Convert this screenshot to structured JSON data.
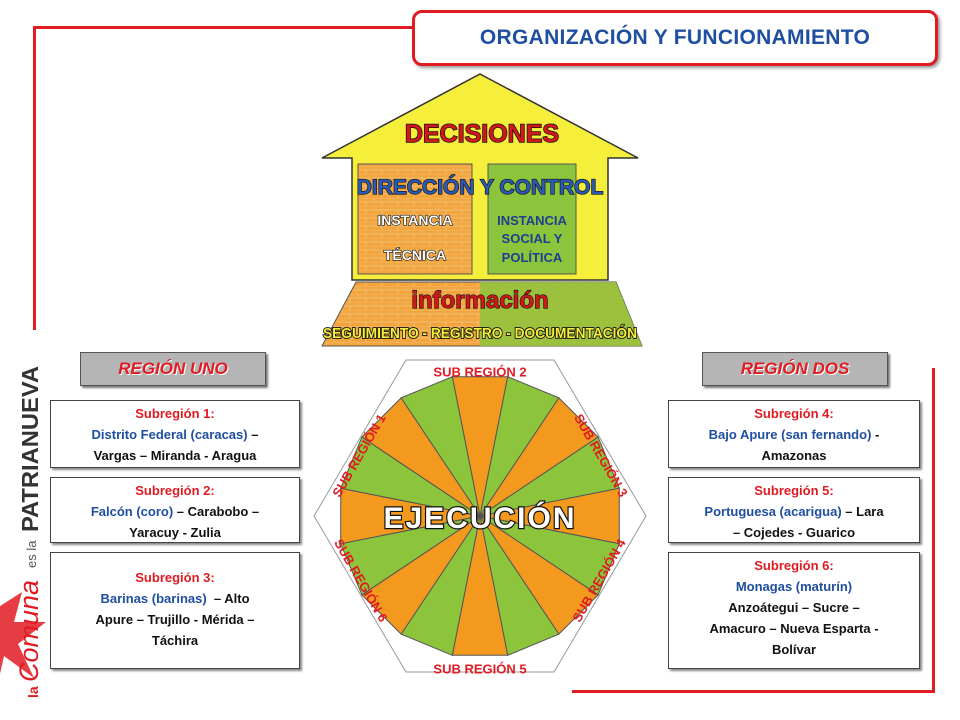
{
  "title": "ORGANIZACIÓN Y FUNCIONAMIENTO",
  "house": {
    "roof": "DECISIONES",
    "middle": "DIRECCIÓN Y CONTROL",
    "left_block_line1": "INSTANCIA",
    "left_block_line2": "TÉCNICA",
    "right_block_line1": "INSTANCIA",
    "right_block_line2": "SOCIAL Y",
    "right_block_line3": "POLÍTICA",
    "base_top": "información",
    "base_bottom": "SEGUIMIENTO - REGISTRO - DOCUMENTACIÓN"
  },
  "wheel": {
    "center": "EJECUCIÓN",
    "labels": [
      "SUB REGIÓN 1",
      "SUB REGIÓN 2",
      "SUB REGIÓN 3",
      "SUB REGIÓN 4",
      "SUB REGIÓN 5",
      "SUB REGIÓN 6"
    ]
  },
  "region_one": {
    "header": "REGIÓN UNO",
    "sub1": {
      "label": "Subregión 1:",
      "blue": "Distrito Federal (caracas)",
      "rest1": " –",
      "line2": "Vargas – Miranda - Aragua"
    },
    "sub2": {
      "label": "Subregión 2:",
      "blue": "Falcón (coro)",
      "rest1": " – Carabobo –",
      "line2": "Yaracuy - Zulia"
    },
    "sub3": {
      "label": "Subregión 3:",
      "blue": "Barinas (barinas)",
      "rest1": "  – Alto",
      "line2": "Apure – Trujillo - Mérida –",
      "line3": "Táchira"
    }
  },
  "region_two": {
    "header": "REGIÓN DOS",
    "sub4": {
      "label": "Subregión 4:",
      "blue": "Bajo Apure (san fernando)",
      "rest1": " -",
      "line2": "Amazonas"
    },
    "sub5": {
      "label": "Subregión 5:",
      "blue": "Portuguesa (acarigua)",
      "rest1": " – Lara",
      "line2": "– Cojedes - Guarico"
    },
    "sub6": {
      "label": "Subregión 6:",
      "line1": "Monagas (maturín)",
      "line2": "Anzoátegui – Sucre –",
      "line3": "Amacuro – Nueva Esparta -",
      "line4": "Bolívar"
    }
  },
  "brand": {
    "part1": "la",
    "part2": "Comuna",
    "part3": "es la",
    "part4": "PATRIANUEVA"
  },
  "colors": {
    "red": "#e01b22",
    "blue": "#1f4fa0",
    "green": "#8cc43c",
    "orange": "#f39a1e",
    "yellow": "#f5ee3a"
  }
}
